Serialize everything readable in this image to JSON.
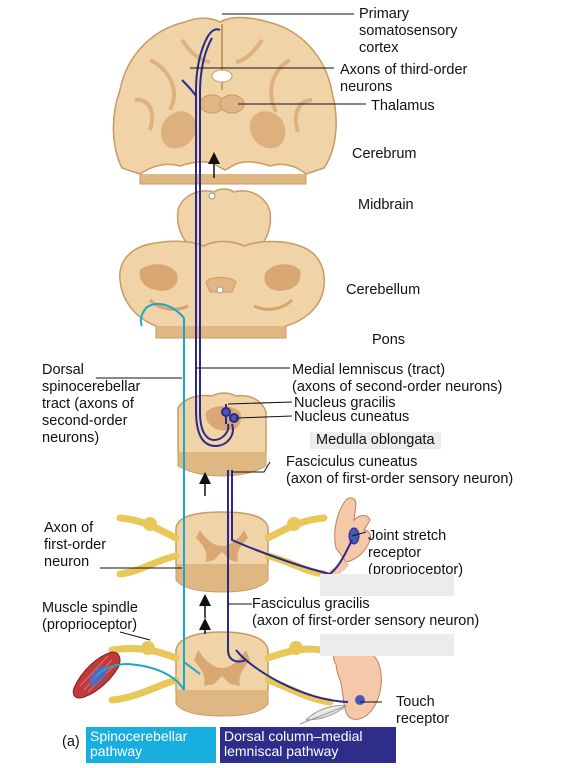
{
  "colors": {
    "tissue": "#f0d3a7",
    "tissue_edge": "#c99a63",
    "gray_matter": "#d8a773",
    "pathway_dark": "#2a2a8a",
    "pathway_cyan": "#1aa7c8",
    "nerve": "#e9c85a",
    "badge_cyan": "#19aee0",
    "badge_navy": "#2e2e8a"
  },
  "labels": {
    "primary_cortex": "Primary\nsomatosensory\ncortex",
    "third_order": "Axons of third-order\nneurons",
    "thalamus": "Thalamus",
    "cerebrum": "Cerebrum",
    "midbrain": "Midbrain",
    "cerebellum": "Cerebellum",
    "pons": "Pons",
    "dorsal_spinocerebellar": "Dorsal\nspinocerebellar\ntract (axons of\nsecond-order\nneurons)",
    "medial_lemniscus": "Medial lemniscus (tract)\n(axons of second-order neurons)",
    "nucleus_gracilis": "Nucleus gracilis",
    "nucleus_cuneatus": "Nucleus cuneatus",
    "medulla": "Medulla oblongata",
    "fasciculus_cuneatus": "Fasciculus cuneatus\n(axon of first-order sensory neuron)",
    "axon_first_order": "Axon of\nfirst-order\nneuron",
    "joint_stretch": "Joint stretch\nreceptor\n(proprioceptor)",
    "muscle_spindle": "Muscle spindle\n(proprioceptor)",
    "fasciculus_gracilis": "Fasciculus gracilis\n(axon of first-order sensory neuron)",
    "touch_receptor": "Touch\nreceptor",
    "panel_letter": "(a)"
  },
  "legend": {
    "spinocerebellar": "Spinocerebellar\npathway",
    "dorsal_column": "Dorsal column–medial\nlemniscal pathway"
  },
  "icons": [
    "up-arrow",
    "hand-illustration",
    "foot-illustration",
    "muscle-spindle-illustration",
    "feather-illustration"
  ]
}
